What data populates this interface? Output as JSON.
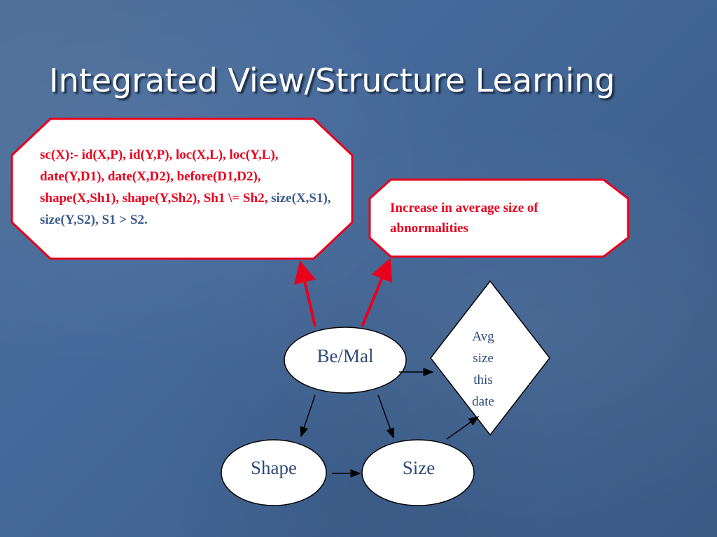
{
  "slide": {
    "title": "Integrated View/Structure Learning"
  },
  "rule_box": {
    "text_red": "sc(X):- id(X,P), id(Y,P), loc(X,L), loc(Y,L), date(Y,D1), date(X,D2), before(D1,D2), shape(X,Sh1), shape(Y,Sh2), Sh1 \\= Sh2, ",
    "text_blue": "size(X,S1), size(Y,S2), S1 > S2."
  },
  "increase_box": {
    "text": "Increase in average size of abnormalities"
  },
  "nodes": {
    "bemal": "Be/Mal",
    "shape": "Shape",
    "size": "Size",
    "avg_size": [
      "Avg",
      "size",
      "this",
      "date"
    ]
  },
  "colors": {
    "background": "#45699a",
    "box_border": "#e8001c",
    "box_text": "#e8001c",
    "node_text": "#2e4a78",
    "arrow_red": "#e8001c",
    "arrow_black": "#000000"
  }
}
